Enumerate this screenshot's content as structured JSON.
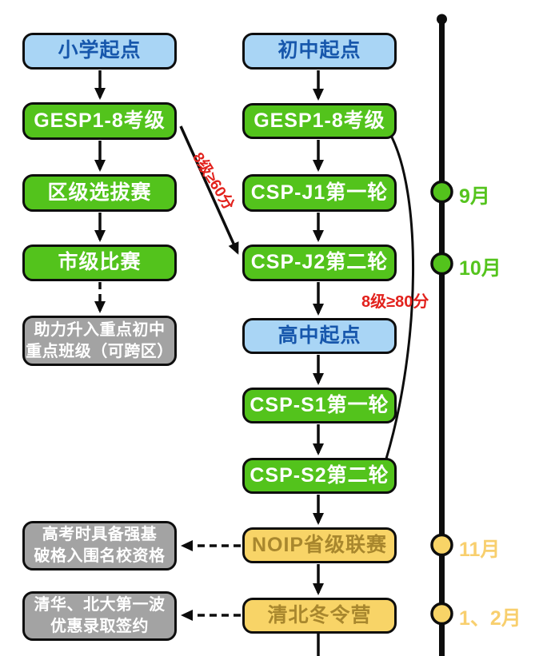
{
  "palette": {
    "line_color": "#0d0d0d",
    "blue_fill": "#a9d5f5",
    "blue_text": "#1757ac",
    "green_fill": "#53c31c",
    "yellow_fill": "#f8d467",
    "yellow_text": "#a8872e",
    "gray_fill": "#a3a3a3",
    "red_annotation": "#e2211c",
    "timeline_green": "#55c41e",
    "timeline_yellow": "#f8cf6e"
  },
  "left_column": {
    "start": "小学起点",
    "gesp": "GESP1-8考级",
    "district": "区级选拔赛",
    "city": "市级比赛",
    "benefit": {
      "line1": "助力升入重点初中",
      "line2": "重点班级（可跨区）"
    },
    "gaokao": {
      "line1": "高考时具备强基",
      "line2": "破格入围名校资格"
    },
    "qingbei": {
      "line1": "清华、北大第一波",
      "line2": "优惠录取签约"
    }
  },
  "middle_column": {
    "start": "初中起点",
    "gesp": "GESP1-8考级",
    "cspj1": "CSP-J1第一轮",
    "cspj2": "CSP-J2第二轮",
    "senior_start": "高中起点",
    "csps1": "CSP-S1第一轮",
    "csps2": "CSP-S2第二轮",
    "noip": "NOIP省级联赛",
    "winter_camp": "清北冬令营"
  },
  "annotations": {
    "gesp_to_cspj2": "8级≥60分",
    "cspj2_to_senior": "8级≥80分"
  },
  "timeline": {
    "months": [
      {
        "label": "9月",
        "color": "green"
      },
      {
        "label": "10月",
        "color": "green"
      },
      {
        "label": "11月",
        "color": "yellow"
      },
      {
        "label": "1、2月",
        "color": "yellow"
      }
    ]
  }
}
